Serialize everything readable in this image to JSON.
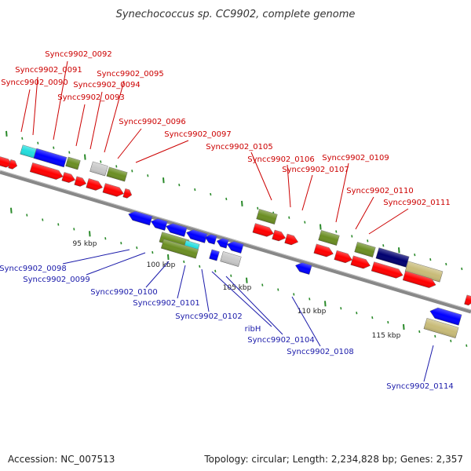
{
  "title": "Synechococcus sp. CC9902, complete genome",
  "footer": {
    "accession": "Accession: NC_007513",
    "topology": "Topology: circular; Length: 2,234,828 bp; Genes: 2,357"
  },
  "colors": {
    "forward_label": "#cc0000",
    "reverse_label": "#1a1aaa",
    "cds_forward": "#ff0000",
    "cds_reverse": "#0000ff",
    "rna_green": "#6b8e23",
    "cyan": "#22dddd",
    "grey": "#c8c8c8",
    "navy": "#000070",
    "khaki": "#c8bb78",
    "axis": "#888888",
    "tick": "#2a8a2a"
  },
  "ticks": [
    {
      "label": "95 kbp"
    },
    {
      "label": "100 kbp"
    },
    {
      "label": "105 kbp"
    },
    {
      "label": "110 kbp"
    },
    {
      "label": "115 kbp"
    }
  ],
  "forward_labels": [
    "Syncc9902_0092",
    "Syncc9902_0091",
    "Syncc9902_0090",
    "Syncc9902_0095",
    "Syncc9902_0094",
    "Syncc9902_0093",
    "Syncc9902_0096",
    "Syncc9902_0097",
    "Syncc9902_0105",
    "Syncc9902_0106",
    "Syncc9902_0107",
    "Syncc9902_0109",
    "Syncc9902_0110",
    "Syncc9902_0111"
  ],
  "reverse_labels": [
    "Syncc9902_0098",
    "Syncc9902_0099",
    "Syncc9902_0100",
    "Syncc9902_0101",
    "Syncc9902_0102",
    "ribH",
    "Syncc9902_0104",
    "Syncc9902_0108",
    "Syncc9902_0114"
  ]
}
